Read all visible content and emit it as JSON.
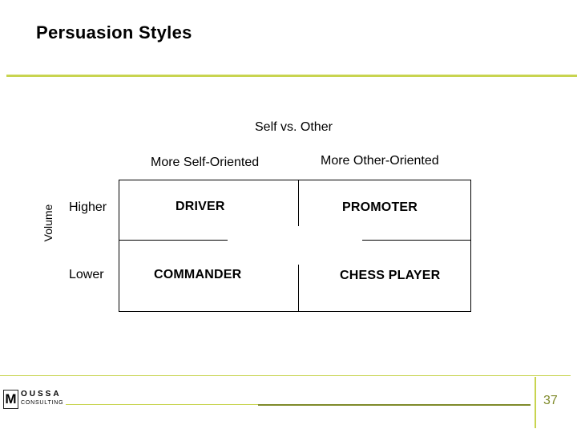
{
  "slide": {
    "title": "Persuasion Styles",
    "page_number": "37"
  },
  "matrix": {
    "top_axis_label": "Self vs. Other",
    "left_axis_label": "Volume",
    "columns": [
      "More Self-Oriented",
      "More Other-Oriented"
    ],
    "rows": [
      "Higher",
      "Lower"
    ],
    "cells": {
      "higher_self": "DRIVER",
      "higher_other": "PROMOTER",
      "lower_self": "COMMANDER",
      "lower_other": "CHESS PLAYER"
    }
  },
  "logo": {
    "mark": "M",
    "word": "OUSSA",
    "sub": "CONSULTING"
  },
  "colors": {
    "accent": "#c8d44f",
    "accent_dark": "#7f8a2a"
  }
}
